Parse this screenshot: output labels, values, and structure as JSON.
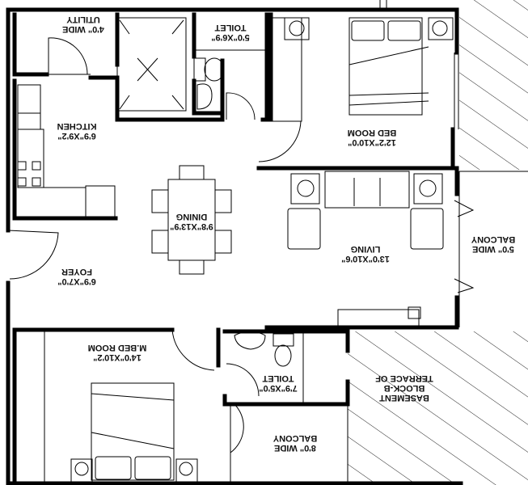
{
  "plan": {
    "orientation": "rotated-180",
    "wall_color": "#000000",
    "hatch_color": "#222222",
    "background": "#ffffff"
  },
  "rooms": {
    "utility": {
      "name": "UTILITY",
      "size": "4'0\" WIDE"
    },
    "toilet_top": {
      "name": "TOILET",
      "size": "5'0\"X6'9\""
    },
    "bedroom": {
      "name": "BED ROOM",
      "size": "12'2\"X10'0\""
    },
    "kitchen": {
      "name": "KITCHEN",
      "size": "6'9\"X9'2\""
    },
    "dining": {
      "name": "DINING",
      "size": "9'8\"X13'9\""
    },
    "living": {
      "name": "LIVING",
      "size": "13'0\"X10'6\""
    },
    "balcony_right": {
      "name": "BALCONY",
      "size": "5'0\" WIDE"
    },
    "foyer": {
      "name": "FOYER",
      "size": "6'9\"X7'0\""
    },
    "master_bedroom": {
      "name": "M.BED ROOM",
      "size": "14'0\"X10'2\""
    },
    "toilet_bottom": {
      "name": "TOILET",
      "size": "7'9\"X5'0\""
    },
    "balcony_bottom": {
      "name": "BALCONY",
      "size": "8'0\" WIDE"
    },
    "terrace": {
      "line1": "TERRACE OF",
      "line2": "BLOCK-B",
      "line3": "BASEMENT"
    }
  }
}
